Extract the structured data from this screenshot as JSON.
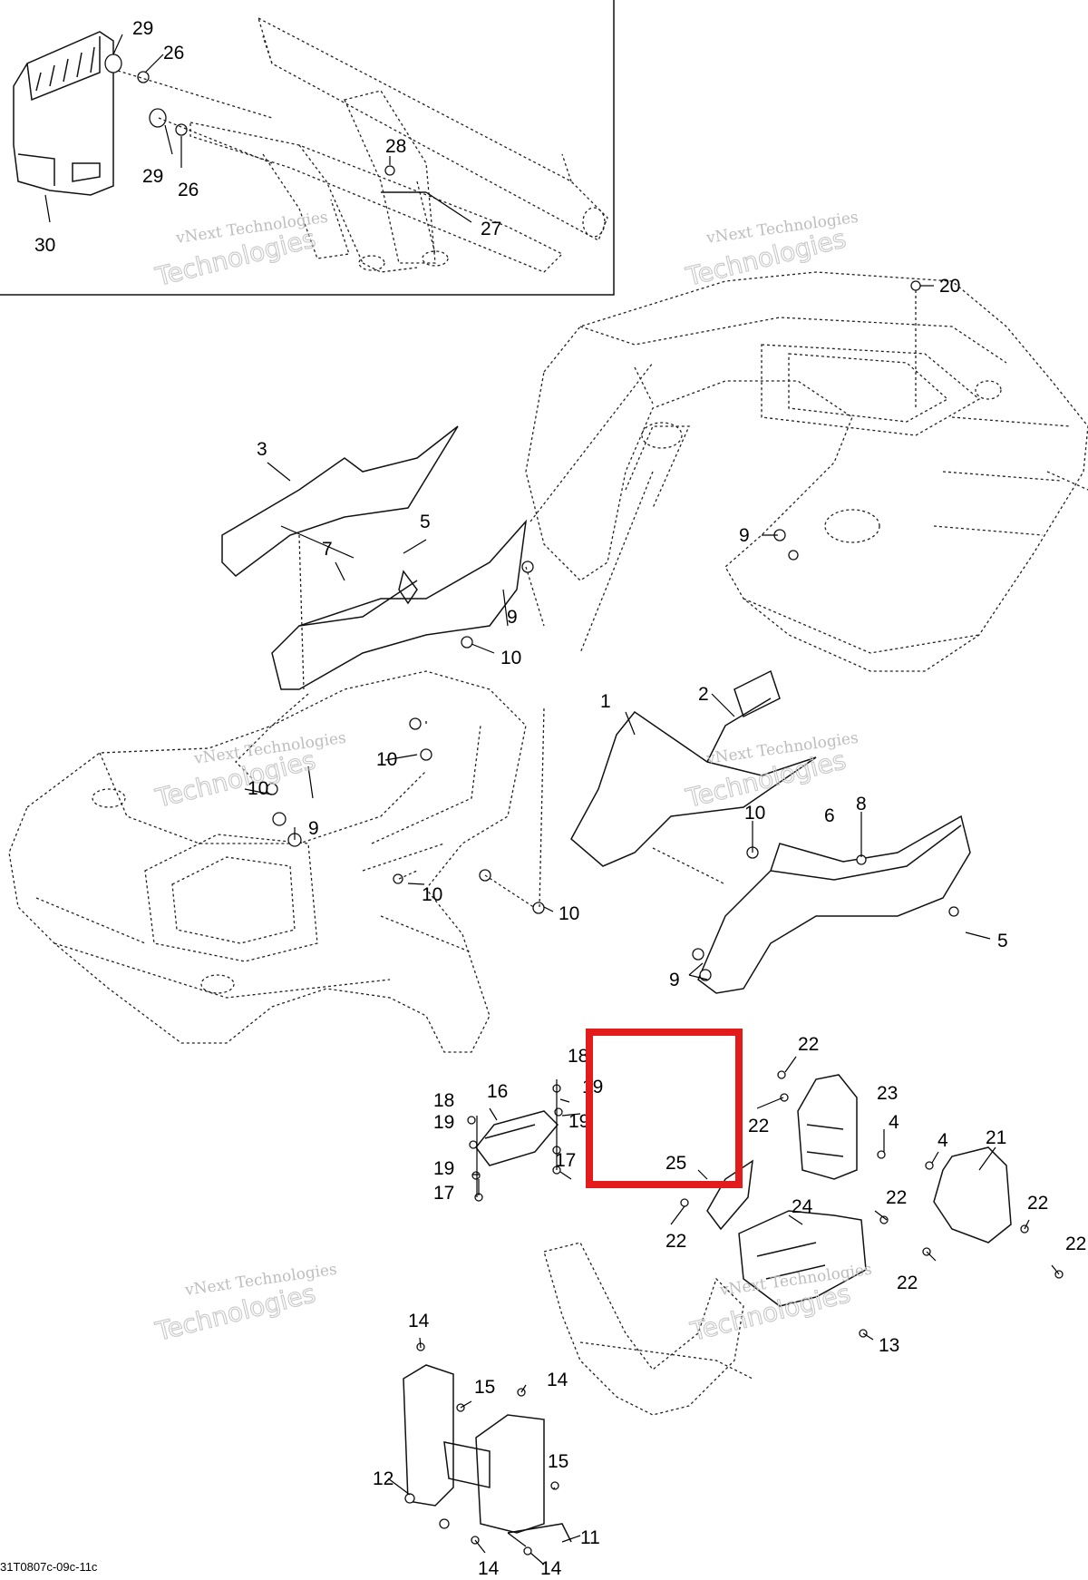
{
  "diagram": {
    "reference_code": "31T0807c-09c-11c",
    "watermark_lines": [
      "vNext Technologies",
      "Technologies"
    ],
    "highlight_color": "#e31b1b",
    "callouts": [
      {
        "id": "c29a",
        "label": "29"
      },
      {
        "id": "c26a",
        "label": "26"
      },
      {
        "id": "c29b",
        "label": "29"
      },
      {
        "id": "c26b",
        "label": "26"
      },
      {
        "id": "c28",
        "label": "28"
      },
      {
        "id": "c27",
        "label": "27"
      },
      {
        "id": "c30",
        "label": "30"
      },
      {
        "id": "c20",
        "label": "20"
      },
      {
        "id": "c3",
        "label": "3"
      },
      {
        "id": "c5a",
        "label": "5"
      },
      {
        "id": "c7",
        "label": "7"
      },
      {
        "id": "c9a",
        "label": "9"
      },
      {
        "id": "c10a",
        "label": "10"
      },
      {
        "id": "c9b",
        "label": "9"
      },
      {
        "id": "c2",
        "label": "2"
      },
      {
        "id": "c1",
        "label": "1"
      },
      {
        "id": "c10b",
        "label": "10"
      },
      {
        "id": "c10c",
        "label": "10"
      },
      {
        "id": "c9c",
        "label": "9"
      },
      {
        "id": "c10d",
        "label": "10"
      },
      {
        "id": "c10e",
        "label": "10"
      },
      {
        "id": "c10f",
        "label": "10"
      },
      {
        "id": "c8",
        "label": "8"
      },
      {
        "id": "c6",
        "label": "6"
      },
      {
        "id": "c5b",
        "label": "5"
      },
      {
        "id": "c9d",
        "label": "9"
      },
      {
        "id": "c18a",
        "label": "18"
      },
      {
        "id": "c19a",
        "label": "19"
      },
      {
        "id": "c16",
        "label": "16"
      },
      {
        "id": "c18b",
        "label": "18"
      },
      {
        "id": "c19b",
        "label": "19"
      },
      {
        "id": "c19c",
        "label": "19"
      },
      {
        "id": "c17a",
        "label": "17"
      },
      {
        "id": "c19d",
        "label": "19"
      },
      {
        "id": "c17b",
        "label": "17"
      },
      {
        "id": "c22a",
        "label": "22"
      },
      {
        "id": "c23",
        "label": "23"
      },
      {
        "id": "c22b",
        "label": "22"
      },
      {
        "id": "c4a",
        "label": "4"
      },
      {
        "id": "c4b",
        "label": "4"
      },
      {
        "id": "c21",
        "label": "21"
      },
      {
        "id": "c25",
        "label": "25"
      },
      {
        "id": "c22c",
        "label": "22"
      },
      {
        "id": "c22d",
        "label": "22"
      },
      {
        "id": "c22e",
        "label": "22"
      },
      {
        "id": "c22f",
        "label": "22"
      },
      {
        "id": "c24",
        "label": "24"
      },
      {
        "id": "c22g",
        "label": "22"
      },
      {
        "id": "c13",
        "label": "13"
      },
      {
        "id": "c14a",
        "label": "14"
      },
      {
        "id": "c15a",
        "label": "15"
      },
      {
        "id": "c14b",
        "label": "14"
      },
      {
        "id": "c15b",
        "label": "15"
      },
      {
        "id": "c12",
        "label": "12"
      },
      {
        "id": "c11",
        "label": "11"
      },
      {
        "id": "c14c",
        "label": "14"
      },
      {
        "id": "c14d",
        "label": "14"
      }
    ]
  }
}
